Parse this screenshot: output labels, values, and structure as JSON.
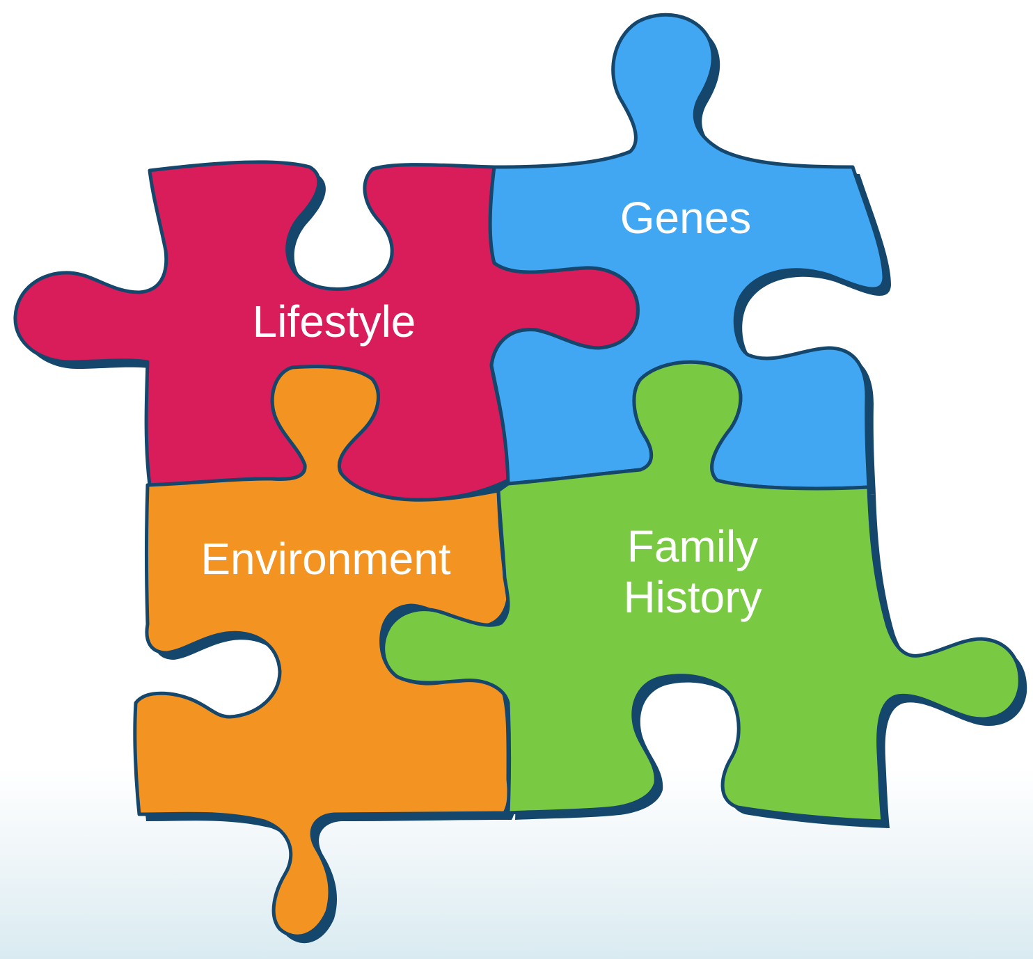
{
  "colors": {
    "outline": "#15476d",
    "shadow": "#15476d",
    "lifestyle": "#d91c5a",
    "genes": "#42a7f3",
    "environment": "#f39321",
    "family_history": "#7ac943",
    "label": "#ffffff"
  },
  "pieces": {
    "lifestyle": {
      "label": "Lifestyle"
    },
    "genes": {
      "label": "Genes"
    },
    "environment": {
      "label": "Environment"
    },
    "family_history": {
      "label_line1": "Family",
      "label_line2": "History"
    }
  }
}
